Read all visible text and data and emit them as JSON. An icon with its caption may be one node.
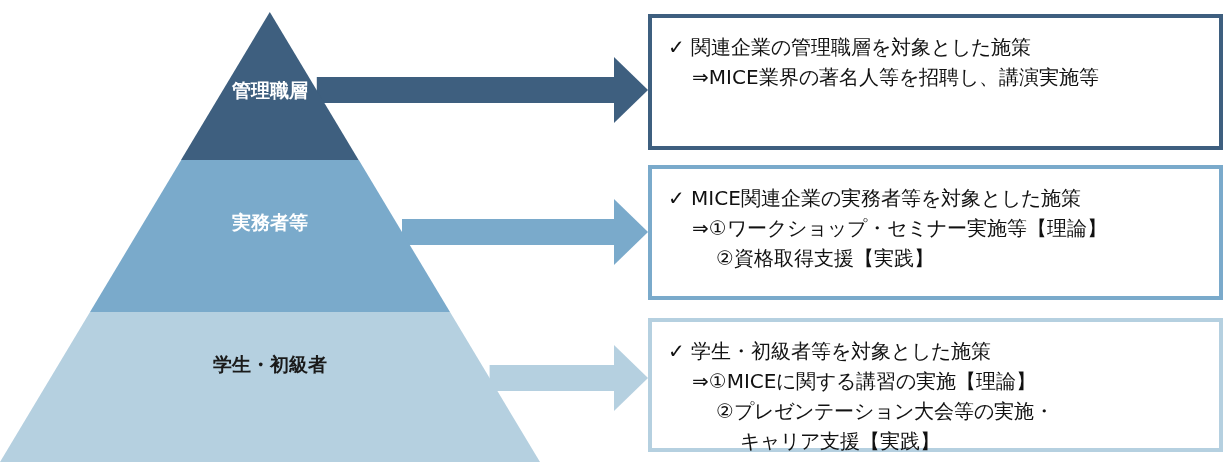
{
  "diagram": {
    "nodes": [
      {
        "text": [
          "管理職層"
        ]
      },
      {
        "text": [
          "実務者等"
        ]
      },
      {
        "text": [
          "学生・初級者"
        ]
      },
      {
        "text": [
          "✓ 関連企業の管理職層を対象とした施策",
          "⇒MICE業界の著名人等を招聘し、講演実施等"
        ]
      },
      {
        "text": [
          "✓ MICE関連企業の実務者等を対象とした施策",
          "⇒①ワークショップ・セミナー実施等【理論】",
          "②資格取得支援【実践】"
        ]
      },
      {
        "text": [
          "✓ 学生・初級者等を対象とした施策",
          "⇒①MICEに関する講習の実施【理論】",
          "②プレゼンテーション大会等の実施・キャリア支援【実践】"
        ]
      }
    ],
    "edges": [
      {
        "from": 0,
        "to": 3,
        "arrow": "to",
        "color": "#3e5f7f"
      },
      {
        "from": 1,
        "to": 4,
        "arrow": "to",
        "color": "#7aaacb"
      },
      {
        "from": 2,
        "to": 5,
        "arrow": "to",
        "color": "#b5d0e0"
      }
    ]
  }
}
